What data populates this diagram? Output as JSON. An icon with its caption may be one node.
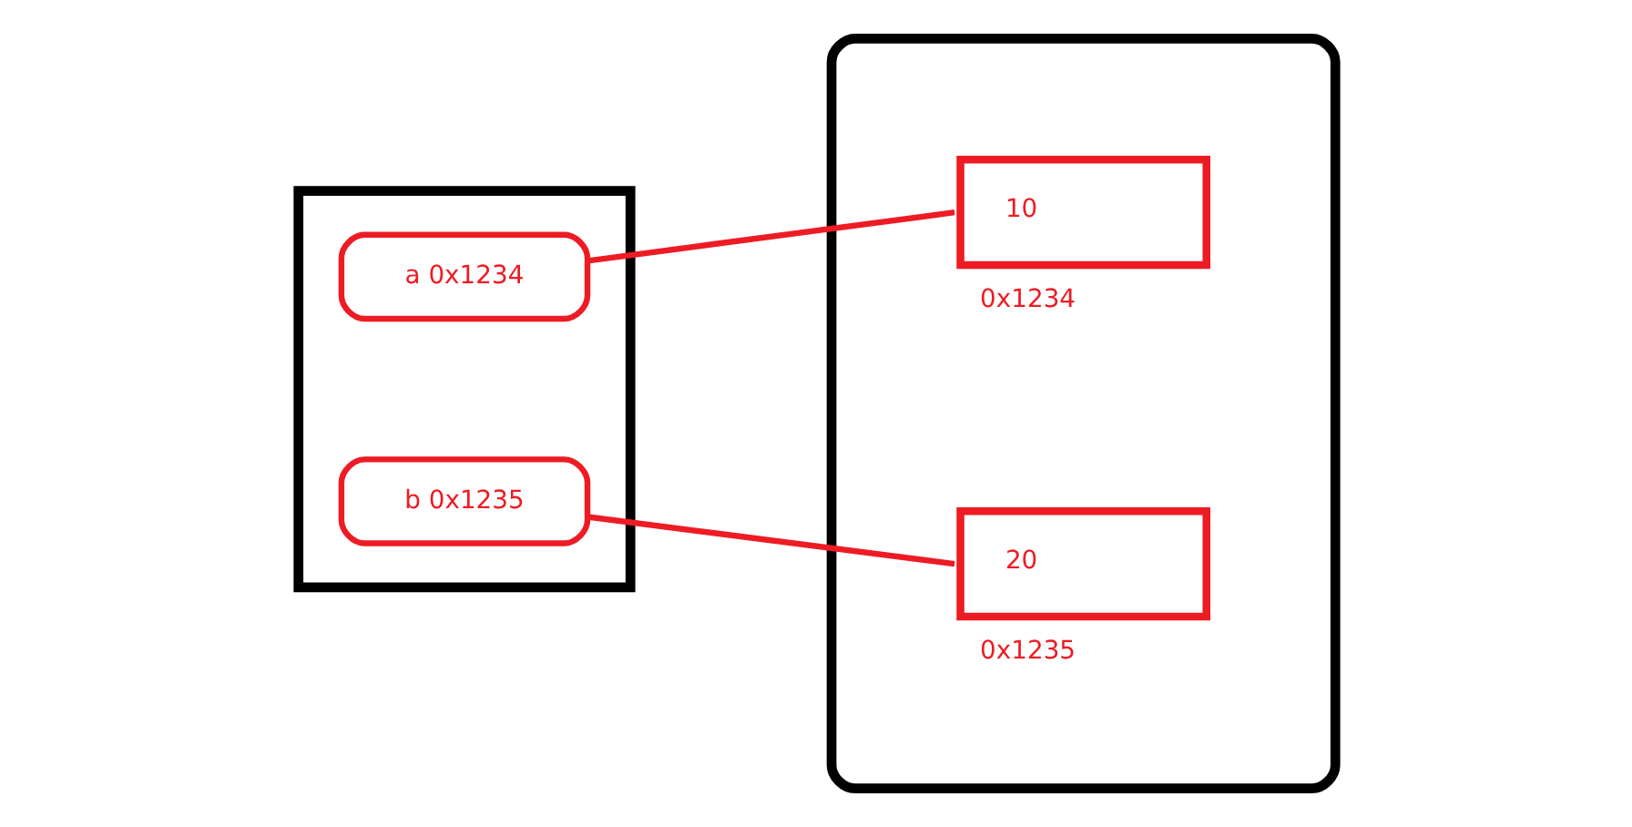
{
  "diagram": {
    "nodes": [
      {
        "text": [],
        "shape": "box"
      },
      {
        "text": [
          "a 0x1234"
        ],
        "in": 0
      },
      {
        "text": [
          "b 0x1235"
        ],
        "in": 0
      },
      {
        "text": [],
        "shape": "box"
      },
      {
        "text": [
          "10"
        ],
        "beside": [
          "0x1234"
        ],
        "in": 3
      },
      {
        "text": [
          "20"
        ],
        "beside": [
          "0x1235"
        ],
        "in": 3
      }
    ],
    "edges": [
      {
        "from": 1,
        "to": 4,
        "arrow": "none"
      },
      {
        "from": 2,
        "to": 5,
        "arrow": "none"
      }
    ]
  }
}
